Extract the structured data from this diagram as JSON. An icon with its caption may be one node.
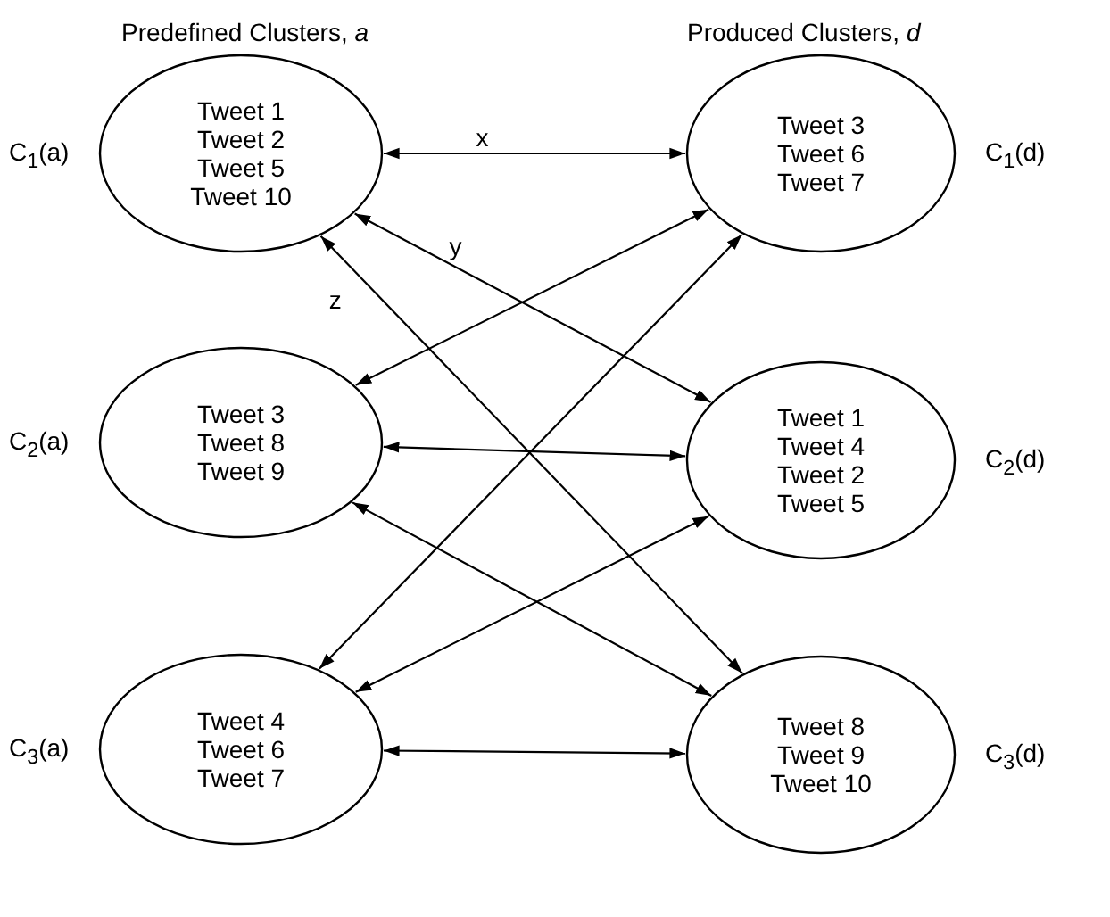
{
  "diagram": {
    "nodes": [
      {
        "text": [
          "Tweet 1",
          "Tweet 2",
          "Tweet 5",
          "Tweet 10"
        ],
        "beside": [
          "C$_{1}$(a)"
        ]
      },
      {
        "text": [
          "Tweet 3",
          "Tweet 8",
          "Tweet 9"
        ],
        "beside": [
          "C$_{2}$(a)"
        ]
      },
      {
        "text": [
          "Tweet 4",
          "Tweet 6",
          "Tweet 7"
        ],
        "beside": [
          "C$_{3}$(a)"
        ]
      },
      {
        "text": [
          "Tweet 3",
          "Tweet 6",
          "Tweet 7"
        ],
        "beside": [
          "C$_{1}$(d)"
        ]
      },
      {
        "text": [
          "Tweet 1",
          "Tweet 4",
          "Tweet 2",
          "Tweet 5"
        ],
        "beside": [
          "C$_{2}$(d)"
        ]
      },
      {
        "text": [
          "Tweet 8",
          "Tweet 9",
          "Tweet 10"
        ],
        "beside": [
          "C$_{3}$(d)"
        ]
      }
    ],
    "edges": [
      {
        "from": 0,
        "to": 3,
        "arrow": "both",
        "label": "x"
      },
      {
        "from": 0,
        "to": 4,
        "arrow": "both",
        "label": "y"
      },
      {
        "from": 0,
        "to": 5,
        "arrow": "both",
        "label": "z"
      },
      {
        "from": 1,
        "to": 3,
        "arrow": "both"
      },
      {
        "from": 1,
        "to": 4,
        "arrow": "both"
      },
      {
        "from": 1,
        "to": 5,
        "arrow": "both"
      },
      {
        "from": 2,
        "to": 3,
        "arrow": "both"
      },
      {
        "from": 2,
        "to": 4,
        "arrow": "both"
      },
      {
        "from": 2,
        "to": 5,
        "arrow": "both"
      }
    ],
    "labels": [
      "Predefined Clusters, *a*",
      "Produced Clusters, *d*"
    ]
  }
}
